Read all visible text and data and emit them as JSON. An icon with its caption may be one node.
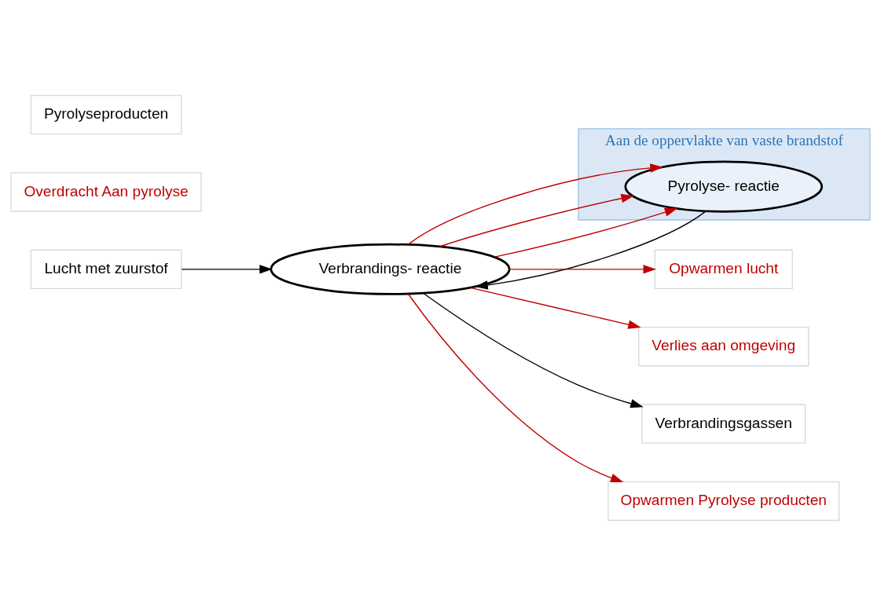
{
  "diagram": {
    "nodes": [
      {
        "text": [
          "Aan de oppervlakte van vaste brandstof"
        ]
      },
      {
        "text": [
          "Lucht met zuurstof"
        ]
      },
      {
        "text": [
          "Opwarmen lucht"
        ]
      },
      {
        "text": [
          "Verlies aan omgeving"
        ]
      },
      {
        "text": [
          "Verbrandings- reactie"
        ]
      },
      {
        "text": [
          "Verbrandingsgassen"
        ]
      },
      {
        "text": [
          "Opwarmen Pyrolyse producten"
        ]
      },
      {
        "text": [
          "Overdracht Aan pyrolyse"
        ]
      },
      {
        "text": [
          "Pyrolyse- reactie"
        ],
        "in": 0
      },
      {
        "text": [
          "Pyrolyseproducten"
        ]
      }
    ],
    "edges": [
      {
        "from": 1,
        "to": 4,
        "arrow": "to",
        "color": "#000000"
      },
      {
        "from": 4,
        "to": 2,
        "arrow": "to"
      },
      {
        "from": 4,
        "to": 3,
        "arrow": "to"
      },
      {
        "from": 4,
        "to": 5,
        "arrow": "to",
        "color": "#000000"
      },
      {
        "from": 4,
        "to": 6,
        "arrow": "to"
      },
      {
        "from": 4,
        "to": 8,
        "arrow": "to"
      },
      {
        "from": 4,
        "to": 8,
        "arrow": "to"
      },
      {
        "from": 4,
        "to": 8,
        "arrow": "to"
      },
      {
        "from": 8,
        "to": 4,
        "arrow": "to",
        "color": "#000000"
      }
    ]
  }
}
